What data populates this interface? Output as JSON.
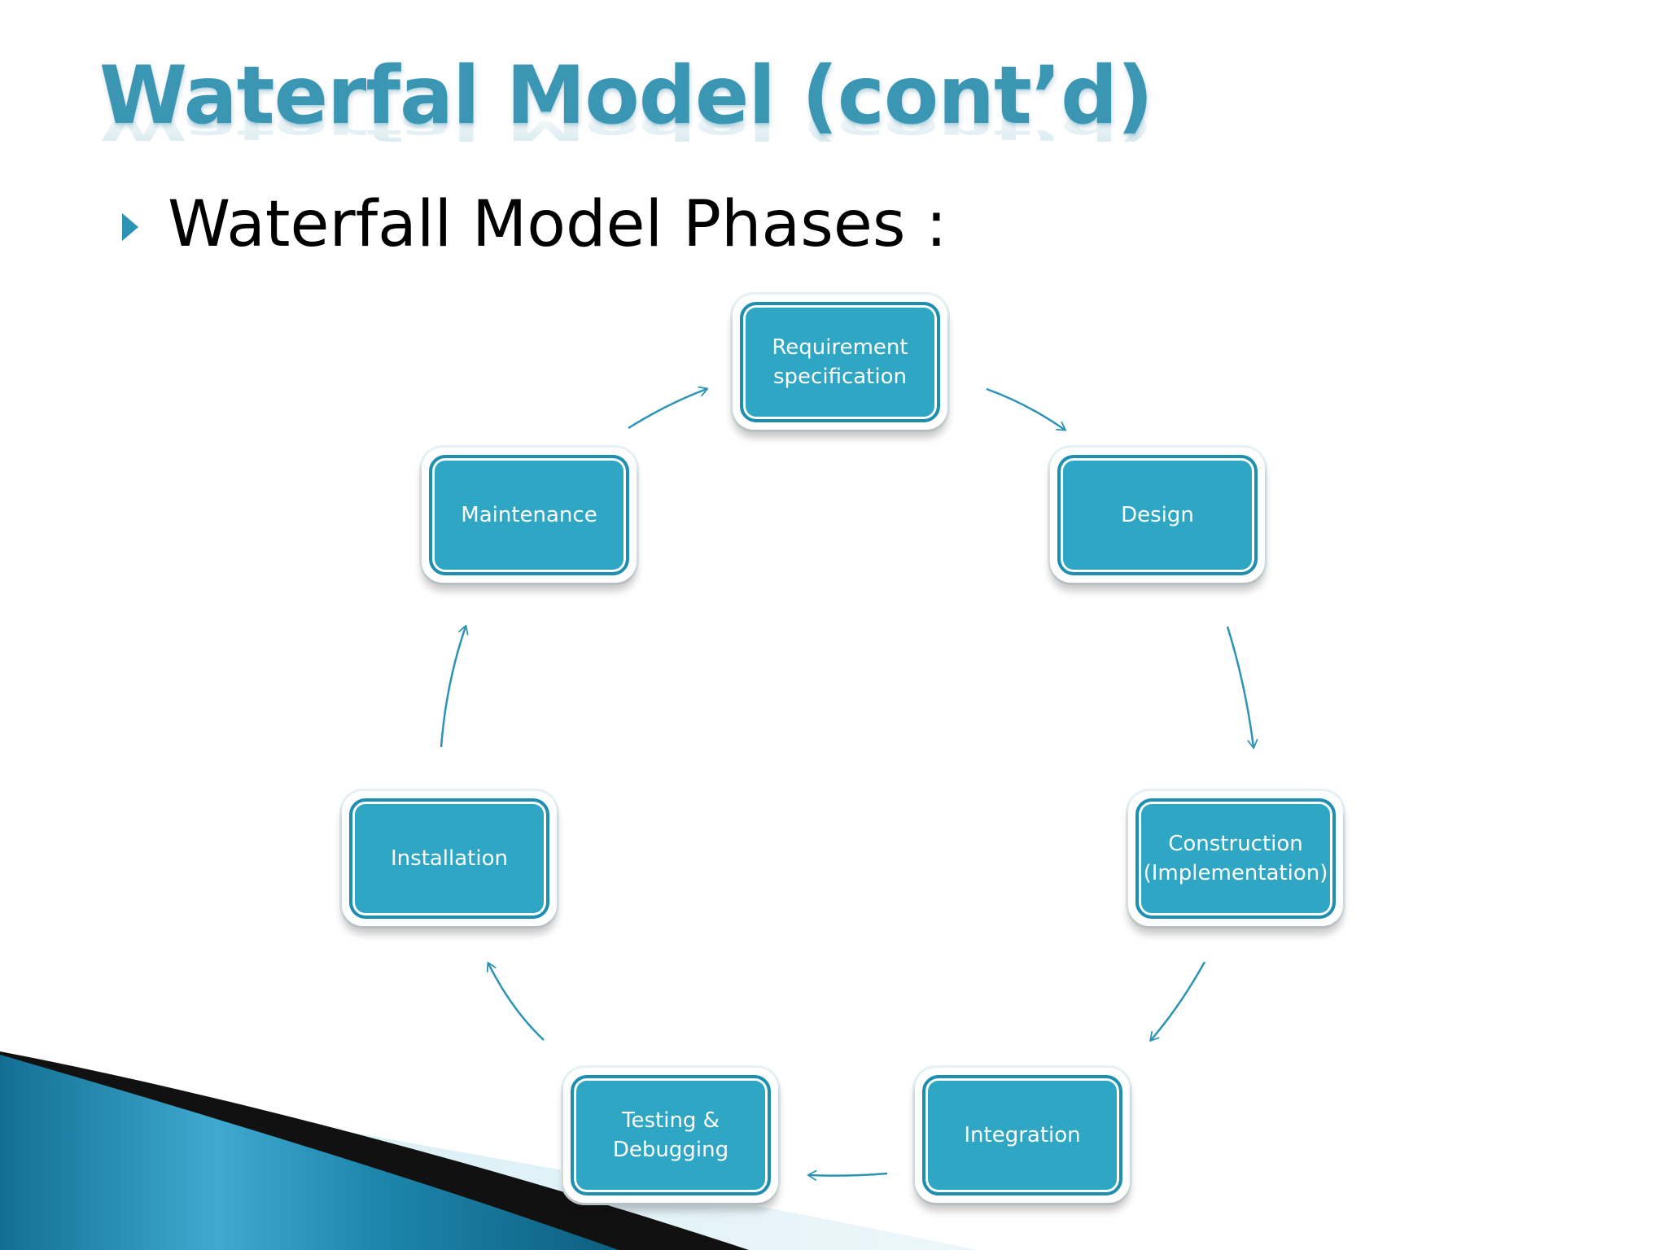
{
  "slide": {
    "title": "Waterfal Model (cont’d)",
    "bullet": "Waterfall Model Phases :"
  },
  "diagram": {
    "nodes": [
      {
        "id": "requirement",
        "label": "Requirement\nspecification"
      },
      {
        "id": "design",
        "label": "Design"
      },
      {
        "id": "construction",
        "label": "Construction\n(Implementation)"
      },
      {
        "id": "integration",
        "label": "Integration"
      },
      {
        "id": "testing",
        "label": "Testing &\nDebugging"
      },
      {
        "id": "installation",
        "label": "Installation"
      },
      {
        "id": "maintenance",
        "label": "Maintenance"
      }
    ],
    "edges": [
      {
        "from": "requirement",
        "to": "design"
      },
      {
        "from": "design",
        "to": "construction"
      },
      {
        "from": "construction",
        "to": "integration"
      },
      {
        "from": "integration",
        "to": "testing"
      },
      {
        "from": "testing",
        "to": "installation"
      },
      {
        "from": "installation",
        "to": "maintenance"
      },
      {
        "from": "maintenance",
        "to": "requirement"
      }
    ]
  },
  "colors": {
    "node_fill": "#2ea6c4",
    "node_border": "#1e8fb0",
    "arrow": "#2b93b5",
    "title": "#3b96b3",
    "bullet": "#2b93b5"
  }
}
